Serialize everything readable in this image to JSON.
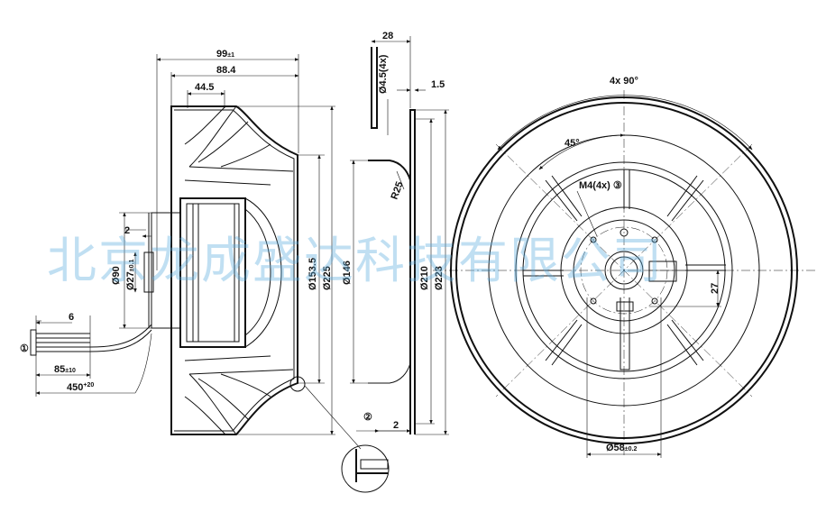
{
  "dims": {
    "d99": "99",
    "d99_tol": "±1",
    "d88": "88.4",
    "d44": "44.5",
    "d28": "28",
    "d45x4": "Ø4.5(4x)",
    "d15": "1.5",
    "d4x90": "4x 90°",
    "d45deg": "45°",
    "m4": "M4(4x)",
    "m4_ref": "③",
    "d2a": "2",
    "d90": "Ø90",
    "d27": "Ø27",
    "d27_tol": "±0.1",
    "d1535": "Ø153.5",
    "d225": "Ø225",
    "d146": "Ø146",
    "r25": "R25",
    "d210": "Ø210",
    "d223": "Ø223",
    "d27b": "27",
    "d6": "6",
    "ref1": "①",
    "d85": "85",
    "d85_tol": "±10",
    "d450": "450",
    "d450_tol": "+20",
    "ref2": "②",
    "d2b": "2",
    "d58": "Ø58",
    "d58_tol": "±0.2"
  },
  "watermark": "北京龙成盛达科技有限公司",
  "colors": {
    "line": "#111111",
    "watermark": "#5aaadc"
  }
}
